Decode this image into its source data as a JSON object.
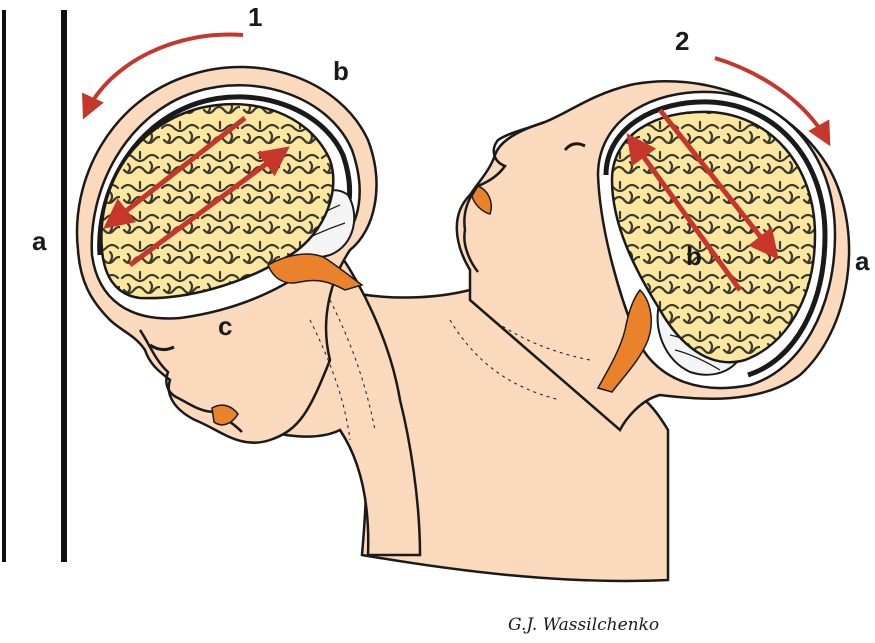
{
  "figure": {
    "labels": {
      "num1": "1",
      "num2": "2",
      "a_left": "a",
      "a_right": "a",
      "b_left": "b",
      "b_right": "b",
      "c_left": "c"
    },
    "signature": "G.J. Wassilchenko",
    "colors": {
      "skin": "#fbd9bd",
      "brain": "#fbe7a0",
      "outline": "#1a1a1a",
      "arrow": "#c7362b",
      "orange_tissue": "#e9822b",
      "background": "#ffffff"
    }
  }
}
